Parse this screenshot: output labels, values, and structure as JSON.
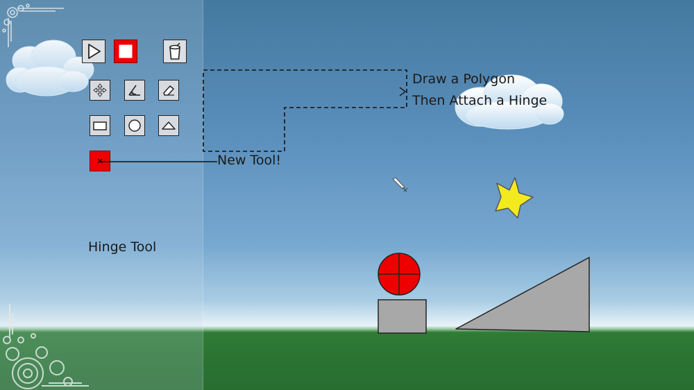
{
  "hint": {
    "line1": "Draw a Polygon",
    "line2": "Then Attach a Hinge",
    "new_tool": "New Tool!"
  },
  "toolbar": {
    "current_tool_label": "Hinge Tool",
    "row1": [
      {
        "icon": "play-icon"
      },
      {
        "icon": "stop-icon",
        "active": true
      },
      {
        "icon": "trash-bin-icon"
      }
    ],
    "row2": [
      {
        "icon": "move-icon"
      },
      {
        "icon": "joint-angle-icon"
      },
      {
        "icon": "eraser-icon"
      }
    ],
    "row3": [
      {
        "icon": "rectangle-icon"
      },
      {
        "icon": "circle-icon"
      },
      {
        "icon": "triangle-icon"
      }
    ],
    "row4": [
      {
        "icon": "hinge-icon",
        "active": true
      }
    ]
  },
  "colors": {
    "accent_red": "#ee0000",
    "star_yellow": "#f2ea1f",
    "shape_gray": "#a8a8a8",
    "ground_green": "#2d7a35",
    "sky_blue": "#5a8ebb"
  }
}
